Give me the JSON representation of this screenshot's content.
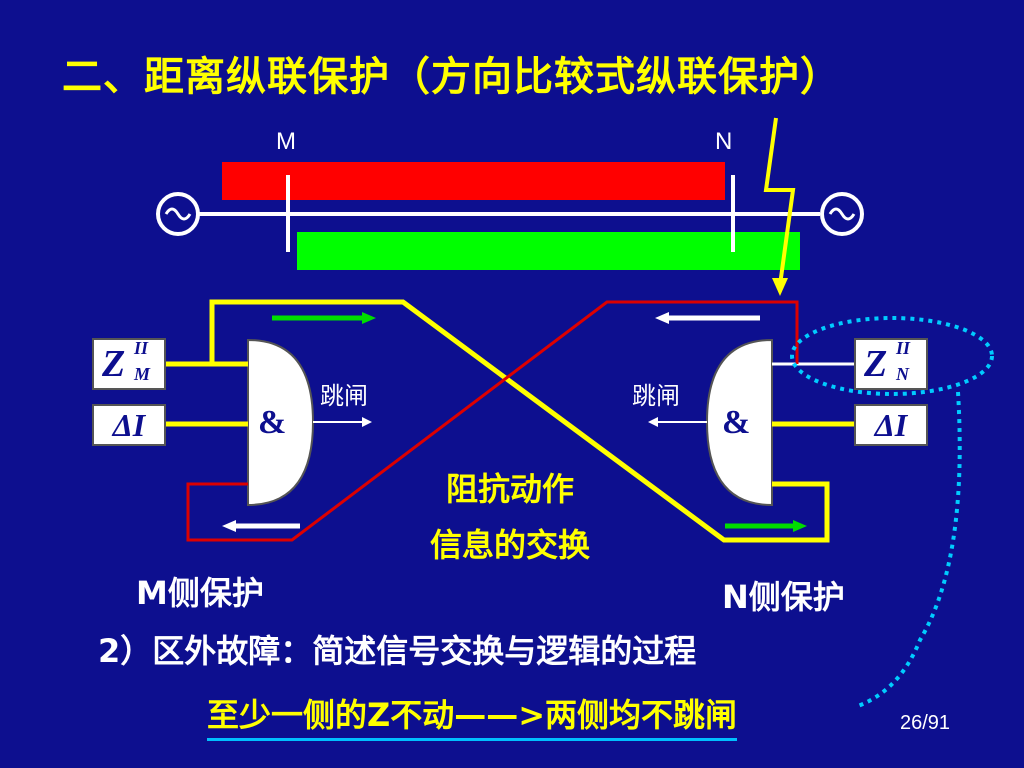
{
  "title": "二、距离纵联保护（方向比较式纵联保护）",
  "bus": {
    "m_label": "M",
    "n_label": "N"
  },
  "relays": {
    "m_zone2": {
      "main": "Z",
      "sup": "II",
      "sub": "M"
    },
    "m_delta_i": "ΔI",
    "n_zone2": {
      "main": "Z",
      "sup": "II",
      "sub": "N"
    },
    "n_delta_i": "ΔI"
  },
  "gates": {
    "m_symbol": "&",
    "n_symbol": "&"
  },
  "trip_label_m": "跳闸",
  "trip_label_n": "跳闸",
  "caption_line1": "阻抗动作",
  "caption_line2": "信息的交换",
  "side_m": "M侧保护",
  "side_n": "N侧保护",
  "subtitle": "2）区外故障：简述信号交换与逻辑的过程",
  "conclusion": "至少一侧的Z不动——>两侧均不跳闸",
  "page_number": "26/91",
  "colors": {
    "background": "#0d0f8f",
    "title": "#ffff00",
    "m_zone_bar": "#ff0000",
    "n_zone_bar": "#00ff00",
    "yellow_path": "#ffff00",
    "red_path": "#dd0000",
    "green_arrow": "#00dd00",
    "dotted_callout": "#00ccff"
  },
  "icons": [
    "generator-m-icon",
    "generator-n-icon",
    "fault-lightning-icon"
  ]
}
